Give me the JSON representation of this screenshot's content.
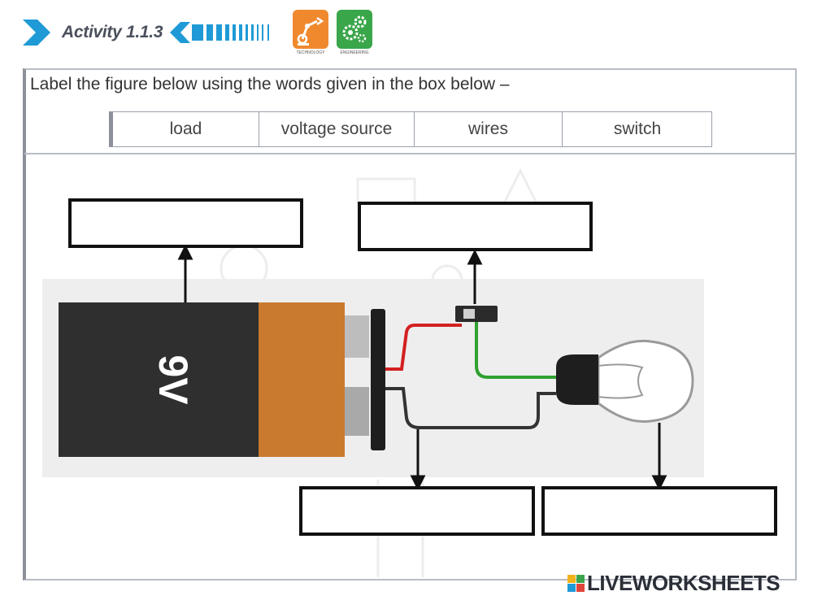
{
  "header": {
    "activity_label": "Activity 1.1.3",
    "badges": [
      {
        "name": "technology",
        "caption": "TECHNOLOGY",
        "color": "#f0892e",
        "icon": "robot-arm-icon"
      },
      {
        "name": "engineering",
        "caption": "ENGINEERING",
        "color": "#3aa64a",
        "icon": "gears-icon"
      }
    ]
  },
  "instruction": "Label the figure below using the words given in the box below –",
  "word_bank": [
    "load",
    "voltage source",
    "wires",
    "switch"
  ],
  "figure": {
    "battery_label": "9V",
    "answer_boxes": [
      "",
      "",
      "",
      ""
    ],
    "colors": {
      "battery_body": "#2f2f2f",
      "battery_band": "#c97a2e",
      "wire_red": "#d32020",
      "wire_green": "#2ea12e",
      "wire_black": "#333333"
    }
  },
  "footer": {
    "brand": "LIVEWORKSHEETS"
  }
}
